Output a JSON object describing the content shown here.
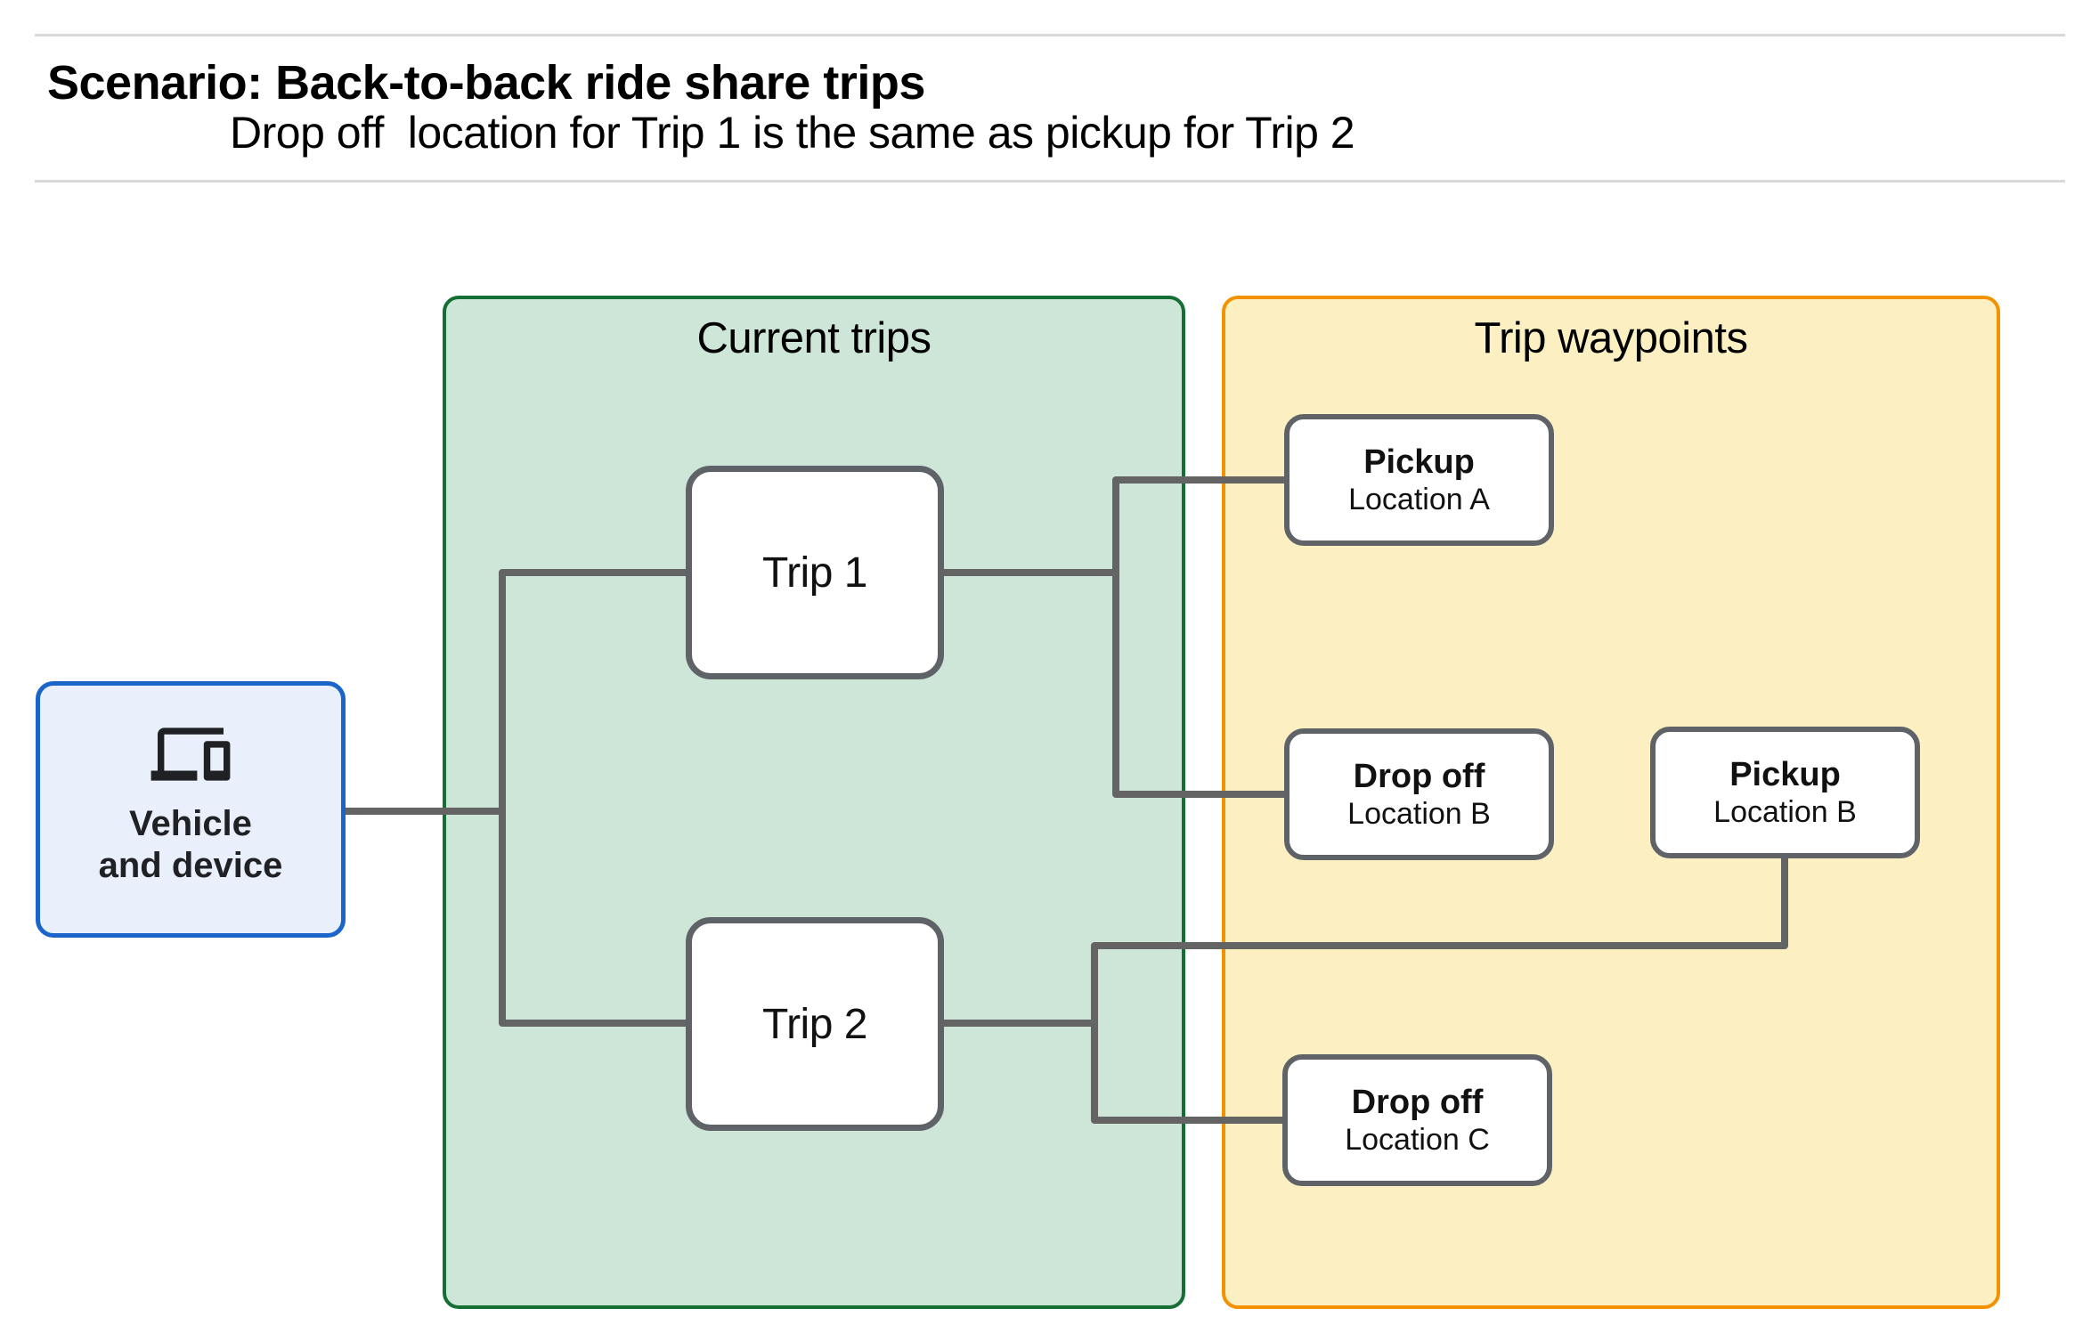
{
  "header": {
    "title": "Scenario: Back-to-back ride share trips",
    "subtitle": "Drop off  location for Trip 1 is the same as pickup for Trip 2"
  },
  "vehicle": {
    "icon": "devices-icon",
    "label_line1": "Vehicle",
    "label_line2": "and device"
  },
  "groups": {
    "current_trips": {
      "title": "Current trips"
    },
    "trip_waypoints": {
      "title": "Trip waypoints"
    }
  },
  "trips": [
    {
      "label": "Trip 1"
    },
    {
      "label": "Trip 2"
    }
  ],
  "waypoints": [
    {
      "title": "Pickup",
      "subtitle": "Location A"
    },
    {
      "title": "Drop off",
      "subtitle": "Location B"
    },
    {
      "title": "Pickup",
      "subtitle": "Location B"
    },
    {
      "title": "Drop off",
      "subtitle": "Location C"
    }
  ],
  "colors": {
    "current_trips_fill": "#cde6d7",
    "current_trips_border": "#156f35",
    "trip_waypoints_fill": "#fcf0c2",
    "trip_waypoints_border": "#f29200",
    "vehicle_fill": "#e9effb",
    "vehicle_border": "#1a64ca",
    "node_border": "#5f6368",
    "connector": "#646464",
    "divider": "#d9d9d9"
  }
}
